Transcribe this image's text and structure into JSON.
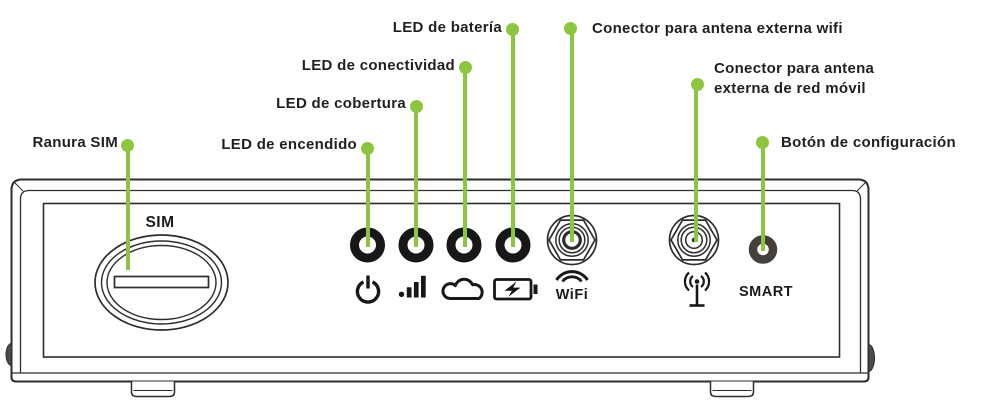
{
  "figure": {
    "description": "Front panel diagram of a router device with labeled components",
    "language": "es"
  },
  "callouts": {
    "ranura_sim": "Ranura SIM",
    "led_encendido": "LED de encendido",
    "led_cobertura": "LED de cobertura",
    "led_conectividad": "LED de conectividad",
    "led_bateria": "LED de batería",
    "antena_wifi": "Conector para antena externa wifi",
    "antena_movil_l1": "Conector para antena",
    "antena_movil_l2": "externa de red móvil",
    "boton_config": "Botón de configuración"
  },
  "device": {
    "sim_label": "SIM",
    "wifi_label": "WiFi",
    "smart_label": "SMART",
    "leds": [
      "power-led",
      "coverage-led",
      "connectivity-led",
      "battery-led"
    ],
    "icons": [
      "power-icon",
      "signal-strength-icon",
      "cloud-icon",
      "battery-icon",
      "wifi-arcs-icon",
      "antenna-icon"
    ],
    "connectors": [
      "wifi-antenna-connector",
      "mobile-antenna-connector"
    ],
    "buttons": [
      "smart-config-button"
    ]
  },
  "colors": {
    "accent_green": "#8CC63F",
    "label_text": "#231F20",
    "outline": "#2D2D2D",
    "led_ring": "#171717",
    "smart_ring": "#46403C"
  }
}
